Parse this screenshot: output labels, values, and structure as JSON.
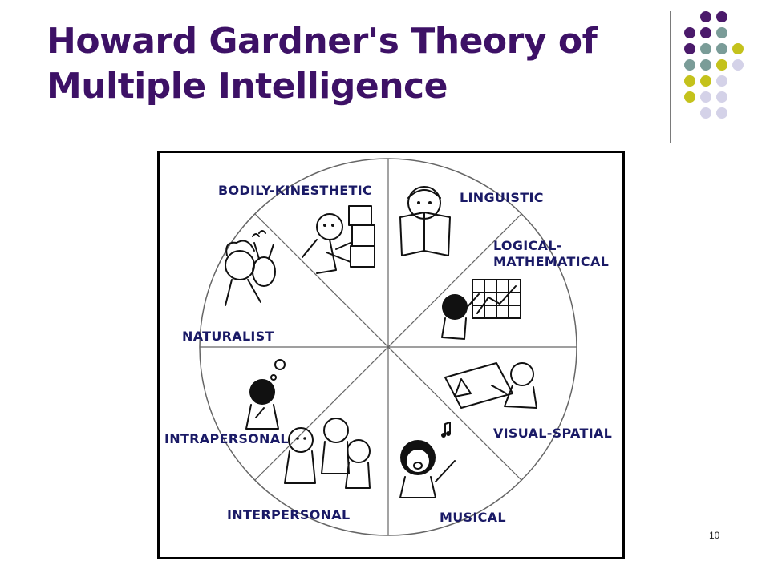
{
  "slide": {
    "title_line1": "Howard Gardner's Theory of",
    "title_line2": "Multiple Intelligence",
    "page_number": "10"
  },
  "figure": {
    "segments": {
      "bodily_kinesthetic": "BODILY-KINESTHETIC",
      "linguistic": "LINGUISTIC",
      "logical_line1": "LOGICAL-",
      "logical_line2": "MATHEMATICAL",
      "visual_spatial": "VISUAL-SPATIAL",
      "musical": "MUSICAL",
      "interpersonal": "INTERPERSONAL",
      "intrapersonal": "INTRAPERSONAL",
      "naturalist": "NATURALIST"
    }
  },
  "decor": {
    "dot_colors": {
      "purple": "#4b1a6b",
      "teal": "#7a9c98",
      "olive": "#c4c21c",
      "lavender": "#d4d2e8"
    }
  }
}
